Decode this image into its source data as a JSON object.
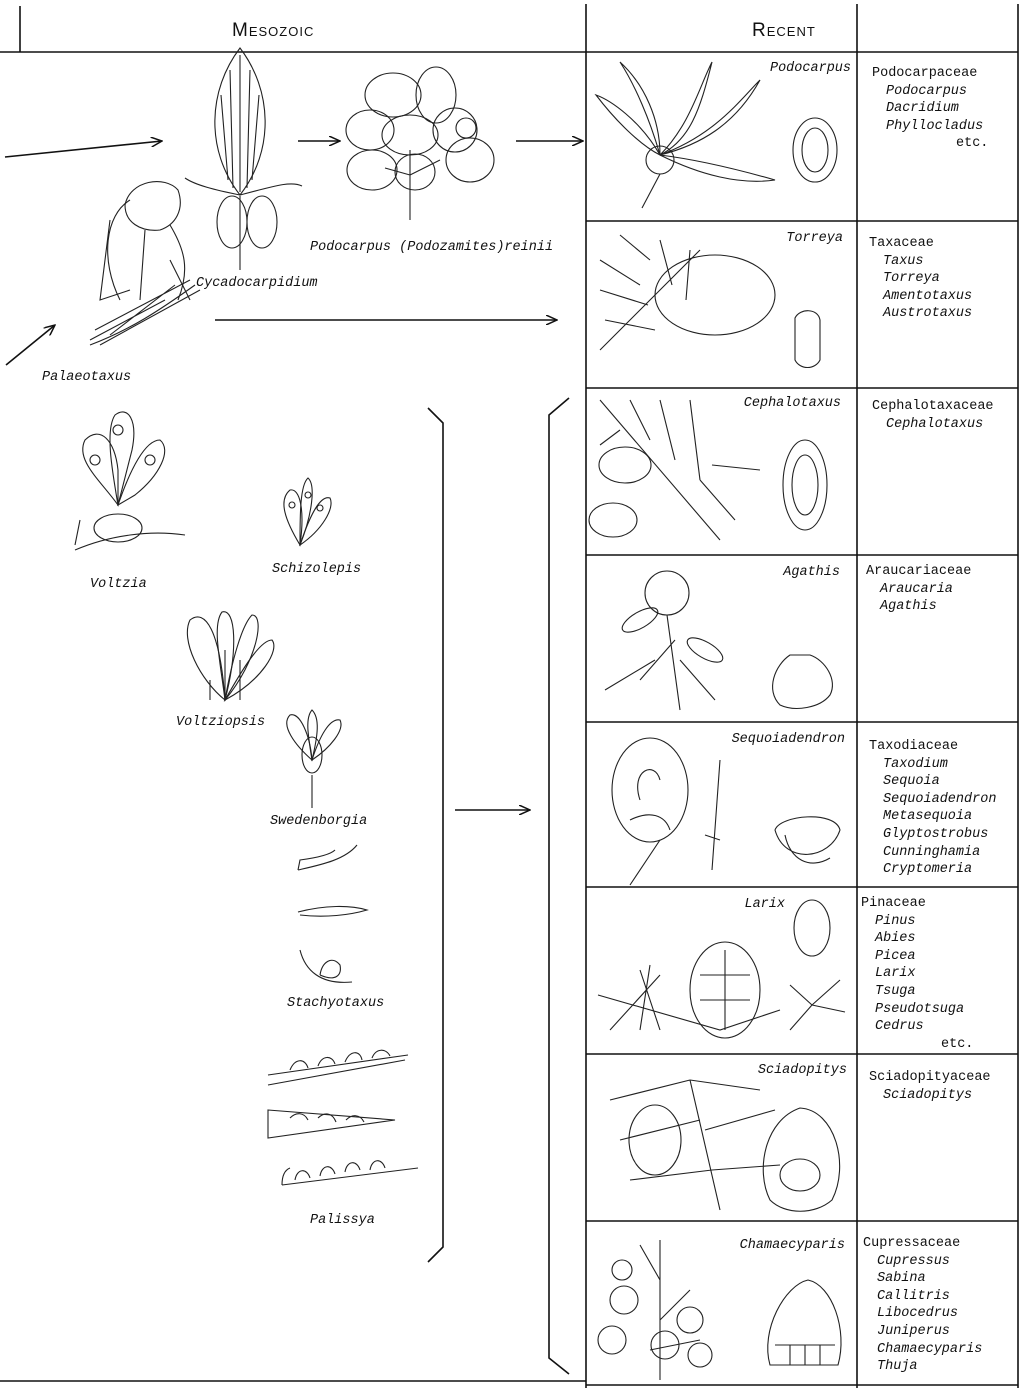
{
  "headers": {
    "mesozoic": "Mesozoic",
    "recent": "Recent"
  },
  "fossils": {
    "podocarpus_reinii": "Podocarpus (Podozamites)reinii",
    "cycadocarpidium": "Cycadocarpidium",
    "palaeotaxus": "Palaeotaxus",
    "voltzia": "Voltzia",
    "schizolepis": "Schizolepis",
    "voltziopsis": "Voltziopsis",
    "swedenborgia": "Swedenborgia",
    "stachyotaxus": "Stachyotaxus",
    "palissya": "Palissya"
  },
  "recent": [
    {
      "genus": "Podocarpus",
      "family": "Podocarpaceae",
      "members": [
        "Podocarpus",
        "Dacridium",
        "Phyllocladus"
      ],
      "etc": "etc."
    },
    {
      "genus": "Torreya",
      "family": "Taxaceae",
      "members": [
        "Taxus",
        "Torreya",
        "Amentotaxus",
        "Austrotaxus"
      ]
    },
    {
      "genus": "Cephalotaxus",
      "family": "Cephalotaxaceae",
      "members": [
        "Cephalotaxus"
      ]
    },
    {
      "genus": "Agathis",
      "family": "Araucariaceae",
      "members": [
        "Araucaria",
        "Agathis"
      ]
    },
    {
      "genus": "Sequoiadendron",
      "family": "Taxodiaceae",
      "members": [
        "Taxodium",
        "Sequoia",
        "Sequoiadendron",
        "Metasequoia",
        "Glyptostrobus",
        "Cunninghamia",
        "Cryptomeria"
      ]
    },
    {
      "genus": "Larix",
      "family": "Pinaceae",
      "members": [
        "Pinus",
        "Abies",
        "Picea",
        "Larix",
        "Tsuga",
        "Pseudotsuga",
        "Cedrus"
      ],
      "etc": "etc."
    },
    {
      "genus": "Sciadopitys",
      "family": "Sciadopityaceae",
      "members": [
        "Sciadopitys"
      ]
    },
    {
      "genus": "Chamaecyparis",
      "family": "Cupressaceae",
      "members": [
        "Cupressus",
        "Sabina",
        "Callitris",
        "Libocedrus",
        "Juniperus",
        "Chamaecyparis",
        "Thuja"
      ]
    }
  ]
}
